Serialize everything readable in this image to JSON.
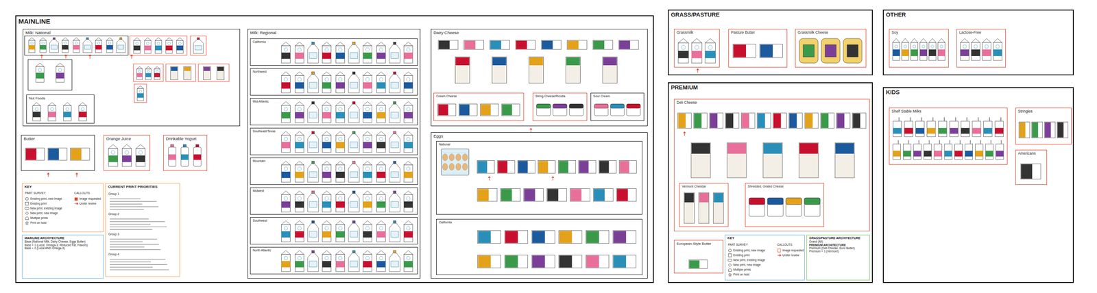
{
  "diagram": {
    "nodes": [
      {
        "text": [
          "MAINLINE"
        ]
      },
      {
        "text": [
          "Milk: National"
        ],
        "in": 0
      },
      {
        "text": [
          "Nut Foods"
        ],
        "in": 1
      },
      {
        "text": [
          "Butter"
        ],
        "in": 0
      },
      {
        "text": [
          "Orange Juice"
        ],
        "in": 0
      },
      {
        "text": [
          "Drinkable Yogurt"
        ],
        "in": 0
      },
      {
        "text": [
          "KEY",
          "PART SURVEY",
          "CALLOUTS"
        ],
        "in": 0
      },
      {
        "text": [
          "MAINLINE ARCHITECTURE",
          "Base (National Milk, Dairy Cheese, Eggs Butter)",
          "Base + 1 (Local, Omega-3, Reduced Fat, Flavors)",
          "Base + 2 (Local AND Omega-3)"
        ],
        "in": 0
      },
      {
        "text": [
          "CURRENT PRINT PRIORITIES",
          "Group 1",
          "Group 2",
          "Group 3",
          "Group 4"
        ],
        "in": 0
      },
      {
        "text": [
          "Milk: Regional"
        ],
        "in": 0
      },
      {
        "text": [
          "California"
        ],
        "in": 9
      },
      {
        "text": [
          "Northwest"
        ],
        "in": 9
      },
      {
        "text": [
          "Mid-Atlantic"
        ],
        "in": 9
      },
      {
        "text": [
          "Southeast/Texas"
        ],
        "in": 9
      },
      {
        "text": [
          "Mountain"
        ],
        "in": 9
      },
      {
        "text": [
          "Midwest"
        ],
        "in": 9
      },
      {
        "text": [
          "Southwest"
        ],
        "in": 9
      },
      {
        "text": [
          "North Atlantic"
        ],
        "in": 9
      },
      {
        "text": [
          "Dairy Cheese"
        ],
        "in": 0
      },
      {
        "text": [
          "Cream Cheese"
        ],
        "in": 18
      },
      {
        "text": [
          "String Cheese/Ricotta"
        ],
        "in": 18
      },
      {
        "text": [
          "Sour Cream"
        ],
        "in": 18
      },
      {
        "text": [
          "Eggs"
        ],
        "in": 0
      },
      {
        "text": [
          "National"
        ],
        "in": 22
      },
      {
        "text": [
          "California"
        ],
        "in": 22
      },
      {
        "text": [
          "GRASS/PASTURE"
        ]
      },
      {
        "text": [
          "Grassmilk"
        ],
        "in": 25
      },
      {
        "text": [
          "Pasture Butter"
        ],
        "in": 25
      },
      {
        "text": [
          "Grassmilk Cheese"
        ],
        "in": 25
      },
      {
        "text": [
          "OTHER"
        ]
      },
      {
        "text": [
          "Soy"
        ],
        "in": 29
      },
      {
        "text": [
          "Lactose-Free"
        ],
        "in": 29
      },
      {
        "text": [
          "PREMIUM"
        ]
      },
      {
        "text": [
          "Deli Cheese"
        ],
        "in": 32
      },
      {
        "text": [
          "Vermont Cheddar"
        ],
        "in": 33
      },
      {
        "text": [
          "Shredded, Grated Cheese"
        ],
        "in": 33
      },
      {
        "text": [
          "European-Style Butter"
        ],
        "in": 32
      },
      {
        "text": [
          "KEY",
          "PART SURVEY",
          "CALLOUTS"
        ],
        "in": 32
      },
      {
        "text": [
          "GRASS/PASTURE ARCHITECTURE",
          "Grand (All)",
          "PREMIUM ARCHITECTURE",
          "Premium (Deli Cheese, Euro Butter)",
          "Premium + 1 (Vermont)"
        ],
        "in": 32
      },
      {
        "text": [
          "KIDS"
        ]
      },
      {
        "text": [
          "Shelf Stable Milks"
        ],
        "in": 39
      },
      {
        "text": [
          "Stringles"
        ],
        "in": 39
      },
      {
        "text": [
          "Americans"
        ],
        "in": 39
      }
    ],
    "labels": [
      "Existing print, new image",
      "Existing print",
      "New print, existing image",
      "New print, new image",
      "Multiple prints",
      "Print on hold",
      "Image requested",
      "Under review"
    ],
    "legend": [
      {
        "text": "Existing print, new image"
      },
      {
        "text": "Existing print"
      },
      {
        "text": "New print, existing image"
      },
      {
        "text": "New print, new image"
      },
      {
        "text": "Multiple prints"
      },
      {
        "text": "Print on hold"
      },
      {
        "text": "Image requested",
        "color": "#e0442c"
      },
      {
        "text": "Under review"
      }
    ]
  }
}
